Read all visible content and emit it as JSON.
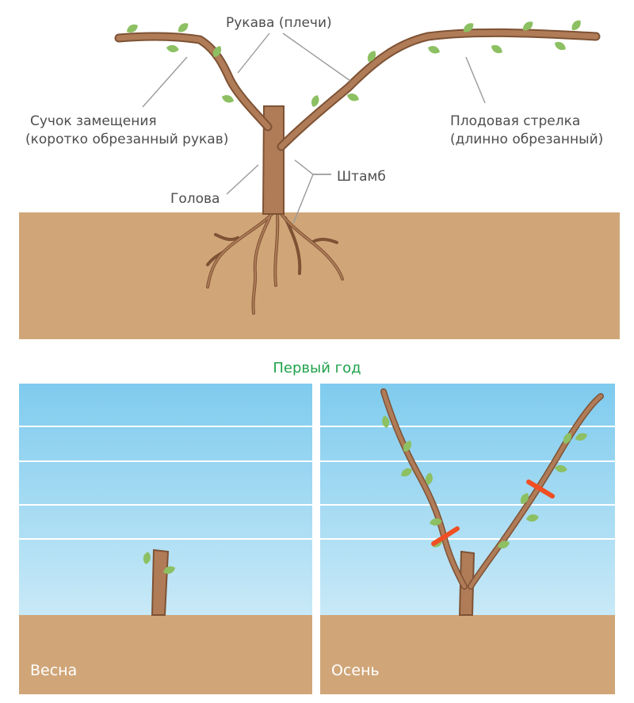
{
  "labels": {
    "arms": "Рукава (плечи)",
    "spur_line1": "Сучок замещения",
    "spur_line2": "(коротко обрезанный рукав)",
    "cane_line1": "Плодовая стрелка",
    "cane_line2": "(длинно обрезанный)",
    "head": "Голова",
    "trunk": "Штамб"
  },
  "section_title": "Первый год",
  "panels": {
    "spring": "Весна",
    "autumn": "Осень"
  },
  "colors": {
    "soil": "#d0a679",
    "wood": "#b07c58",
    "wood_dark": "#7e5234",
    "leaf": "#8dc063",
    "sky_top": "#c6e7f6",
    "sky_bottom": "#7fcbee",
    "cut_mark": "#f04e23",
    "title_green": "#1fa24a"
  }
}
